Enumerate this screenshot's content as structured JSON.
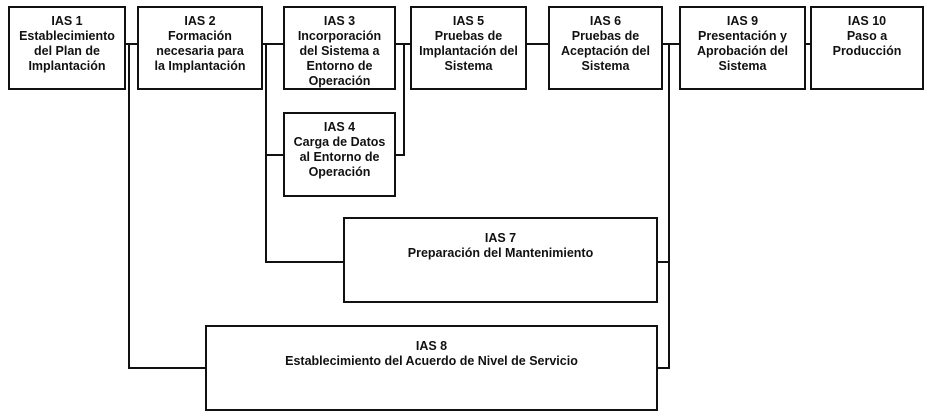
{
  "diagram": {
    "line_color": "#111111",
    "box_border_color": "#111111",
    "nodes": [
      {
        "id": "ias1",
        "code": "IAS 1",
        "lines": [
          "Establecimiento",
          "del Plan de",
          "Implantación"
        ]
      },
      {
        "id": "ias2",
        "code": "IAS 2",
        "lines": [
          "Formación",
          "necesaria para",
          "la Implantación"
        ]
      },
      {
        "id": "ias3",
        "code": "IAS 3",
        "lines": [
          "Incorporación",
          "del Sistema a",
          "Entorno de",
          "Operación"
        ]
      },
      {
        "id": "ias5",
        "code": "IAS 5",
        "lines": [
          "Pruebas de",
          "Implantación del",
          "Sistema"
        ]
      },
      {
        "id": "ias6",
        "code": "IAS 6",
        "lines": [
          "Pruebas de",
          "Aceptación del",
          "Sistema"
        ]
      },
      {
        "id": "ias9",
        "code": "IAS 9",
        "lines": [
          "Presentación y",
          "Aprobación del",
          "Sistema"
        ]
      },
      {
        "id": "ias10",
        "code": "IAS 10",
        "lines": [
          "Paso a",
          "Producción"
        ]
      },
      {
        "id": "ias4",
        "code": "IAS 4",
        "lines": [
          "Carga de Datos",
          "al Entorno de",
          "Operación"
        ]
      },
      {
        "id": "ias7",
        "code": "IAS 7",
        "lines": [
          "Preparación del Mantenimiento"
        ]
      },
      {
        "id": "ias8",
        "code": "IAS 8",
        "lines": [
          "Establecimiento del Acuerdo de Nivel de Servicio"
        ]
      }
    ],
    "edges": [
      {
        "from": "ias1",
        "to": "ias2"
      },
      {
        "from": "ias2",
        "to": "ias3"
      },
      {
        "from": "ias2",
        "to": "ias4"
      },
      {
        "from": "ias3",
        "to": "ias5"
      },
      {
        "from": "ias4",
        "to": "ias5"
      },
      {
        "from": "ias5",
        "to": "ias6"
      },
      {
        "from": "ias6",
        "to": "ias9"
      },
      {
        "from": "ias9",
        "to": "ias10"
      },
      {
        "from": "ias2",
        "to": "ias7"
      },
      {
        "from": "ias7",
        "to": "ias9"
      },
      {
        "from": "ias1",
        "to": "ias8"
      },
      {
        "from": "ias8",
        "to": "ias9"
      }
    ]
  }
}
